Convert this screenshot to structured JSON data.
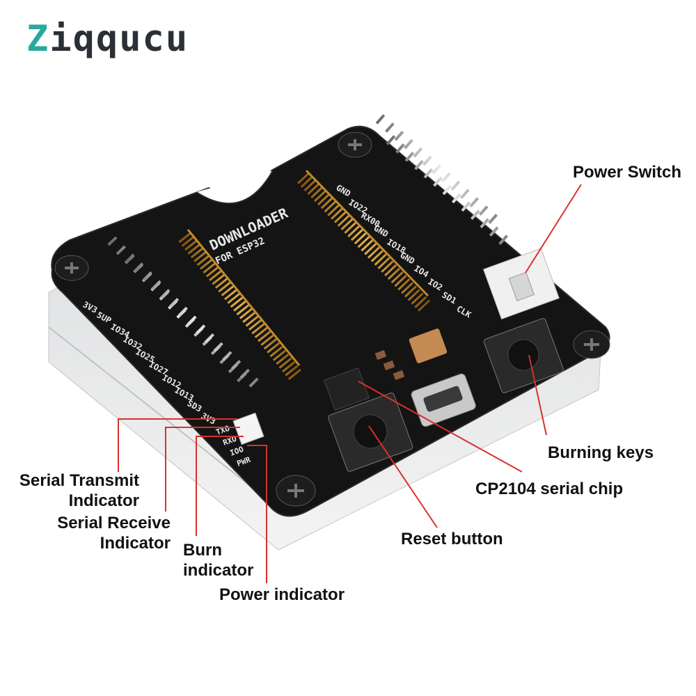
{
  "brand": {
    "logo_text": "Ziqqucu",
    "logo_first": "Z",
    "logo_rest": "iqqucu"
  },
  "board": {
    "title_line1": "DOWNLOADER",
    "title_line2": "FOR ESP32",
    "left_pins": [
      "3V3",
      "5UP",
      "IO34",
      "IO32",
      "IO25",
      "IO27",
      "IO12",
      "IO13",
      "SD3",
      "3V3"
    ],
    "right_pins": [
      "GND",
      "IO22",
      "RX00",
      "GND",
      "IO18",
      "GND",
      "IO4",
      "IO2",
      "SD1",
      "CLK"
    ],
    "led_labels": [
      "TXO",
      "RXO",
      "IOO",
      "PWR"
    ]
  },
  "callouts": {
    "power_switch": "Power Switch",
    "burning_keys": "Burning keys",
    "cp2104": "CP2104 serial chip",
    "reset_button": "Reset button",
    "serial_transmit_line1": "Serial Transmit",
    "serial_transmit_line2": "Indicator",
    "serial_receive_line1": "Serial Receive",
    "serial_receive_line2": "Indicator",
    "burn_line1": "Burn",
    "burn_line2": "indicator",
    "power_indicator": "Power indicator"
  },
  "colors": {
    "pcb": "#141414",
    "leader_line": "#d9302c",
    "brand_accent": "#2aa8a0"
  }
}
